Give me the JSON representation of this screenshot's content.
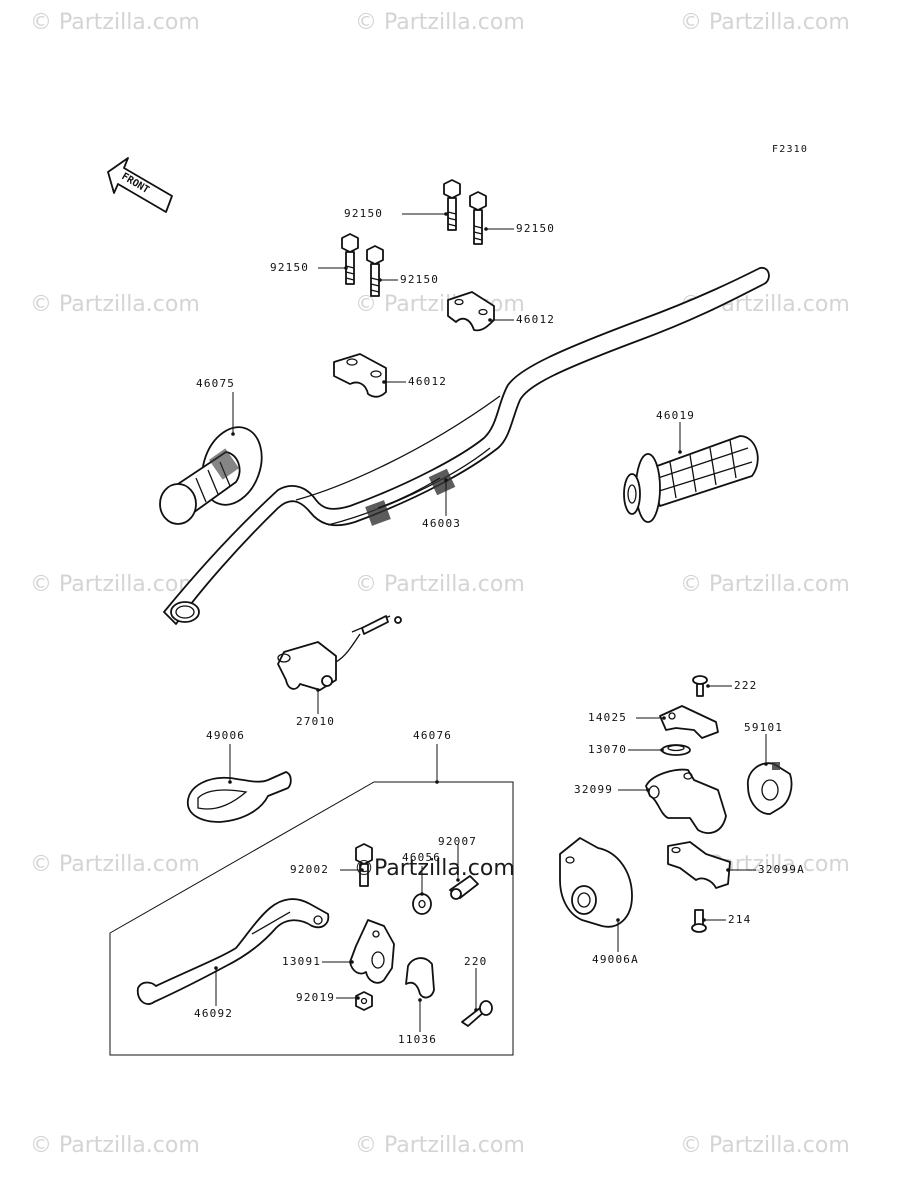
{
  "diagram": {
    "code": "F2310",
    "front_label": "FRONT",
    "watermark": "© Partzilla.com",
    "center_watermark": "Partzilla.com",
    "parts": [
      {
        "id": "p1",
        "number": "92150"
      },
      {
        "id": "p2",
        "number": "92150"
      },
      {
        "id": "p3",
        "number": "92150"
      },
      {
        "id": "p4",
        "number": "92150"
      },
      {
        "id": "p5",
        "number": "46012"
      },
      {
        "id": "p6",
        "number": "46012"
      },
      {
        "id": "p7",
        "number": "46075"
      },
      {
        "id": "p8",
        "number": "46019"
      },
      {
        "id": "p9",
        "number": "46003"
      },
      {
        "id": "p10",
        "number": "27010"
      },
      {
        "id": "p11",
        "number": "49006"
      },
      {
        "id": "p12",
        "number": "46076"
      },
      {
        "id": "p13",
        "number": "92007"
      },
      {
        "id": "p14",
        "number": "46056"
      },
      {
        "id": "p15",
        "number": "92002"
      },
      {
        "id": "p16",
        "number": "13091"
      },
      {
        "id": "p17",
        "number": "220"
      },
      {
        "id": "p18",
        "number": "92019"
      },
      {
        "id": "p19",
        "number": "11036"
      },
      {
        "id": "p20",
        "number": "46092"
      },
      {
        "id": "p21",
        "number": "222"
      },
      {
        "id": "p22",
        "number": "14025"
      },
      {
        "id": "p23",
        "number": "13070"
      },
      {
        "id": "p24",
        "number": "59101"
      },
      {
        "id": "p25",
        "number": "32099"
      },
      {
        "id": "p26",
        "number": "32099A"
      },
      {
        "id": "p27",
        "number": "214"
      },
      {
        "id": "p28",
        "number": "49006A"
      }
    ]
  }
}
